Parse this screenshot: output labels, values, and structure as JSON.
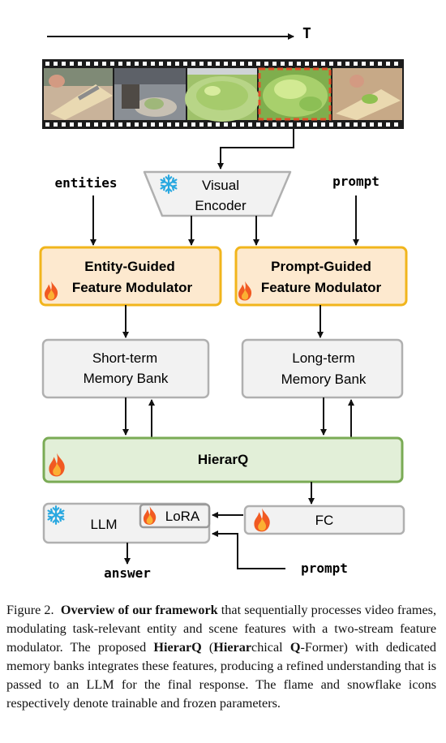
{
  "diagram": {
    "time_axis_label": "T",
    "visual_encoder": {
      "line1": "Visual",
      "line2": "Encoder"
    },
    "entities_input": "entities",
    "prompt_input_top": "prompt",
    "entity_modulator": {
      "line1": "Entity-Guided",
      "line2": "Feature Modulator"
    },
    "prompt_modulator": {
      "line1": "Prompt-Guided",
      "line2": "Feature Modulator"
    },
    "short_term_memory": {
      "line1": "Short-term",
      "line2": "Memory Bank"
    },
    "long_term_memory": {
      "line1": "Long-term",
      "line2": "Memory Bank"
    },
    "hierarq": "HierarQ",
    "llm": "LLM",
    "lora": "LoRA",
    "fc": "FC",
    "answer_output": "answer",
    "prompt_input_bottom": "prompt"
  },
  "colors": {
    "modulator_fill": "#fde9cf",
    "modulator_border": "#f1b51c",
    "hierarq_fill": "#e2efd8",
    "hierarq_border": "#7aab55",
    "box_fill": "#f2f2f2",
    "box_border": "#b0b0b0",
    "highlight_frame": "#e0532a"
  },
  "icons": {
    "trainable": "flame-icon",
    "frozen": "snowflake-icon"
  },
  "caption": {
    "label": "Figure 2.",
    "bold_lead": "Overview of our framework",
    "text1": " that sequentially processes video frames, modulating task-relevant entity and scene features with a two-stream feature modulator. The proposed ",
    "bold_name": "HierarQ",
    "text2": " (",
    "bold_h": "Hierar",
    "text3": "chical ",
    "bold_q": "Q",
    "text4": "-Former) with dedicated memory banks integrates these features, producing a refined understanding that is passed to an LLM for the final response. The flame and snowflake icons respectively denote trainable and frozen parameters."
  }
}
